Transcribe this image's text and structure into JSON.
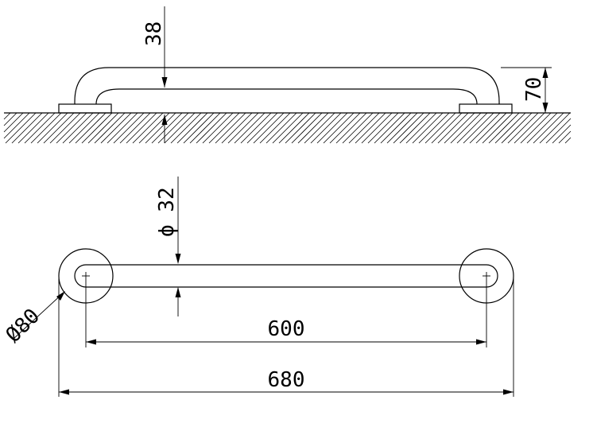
{
  "side_view": {
    "dim_diameter_tube": "38",
    "dim_height": "70"
  },
  "top_view": {
    "dim_phi_tube": "ϕ 32",
    "dim_flange_dia": "Ø80",
    "dim_center_spacing": "600",
    "dim_overall_length": "680"
  }
}
